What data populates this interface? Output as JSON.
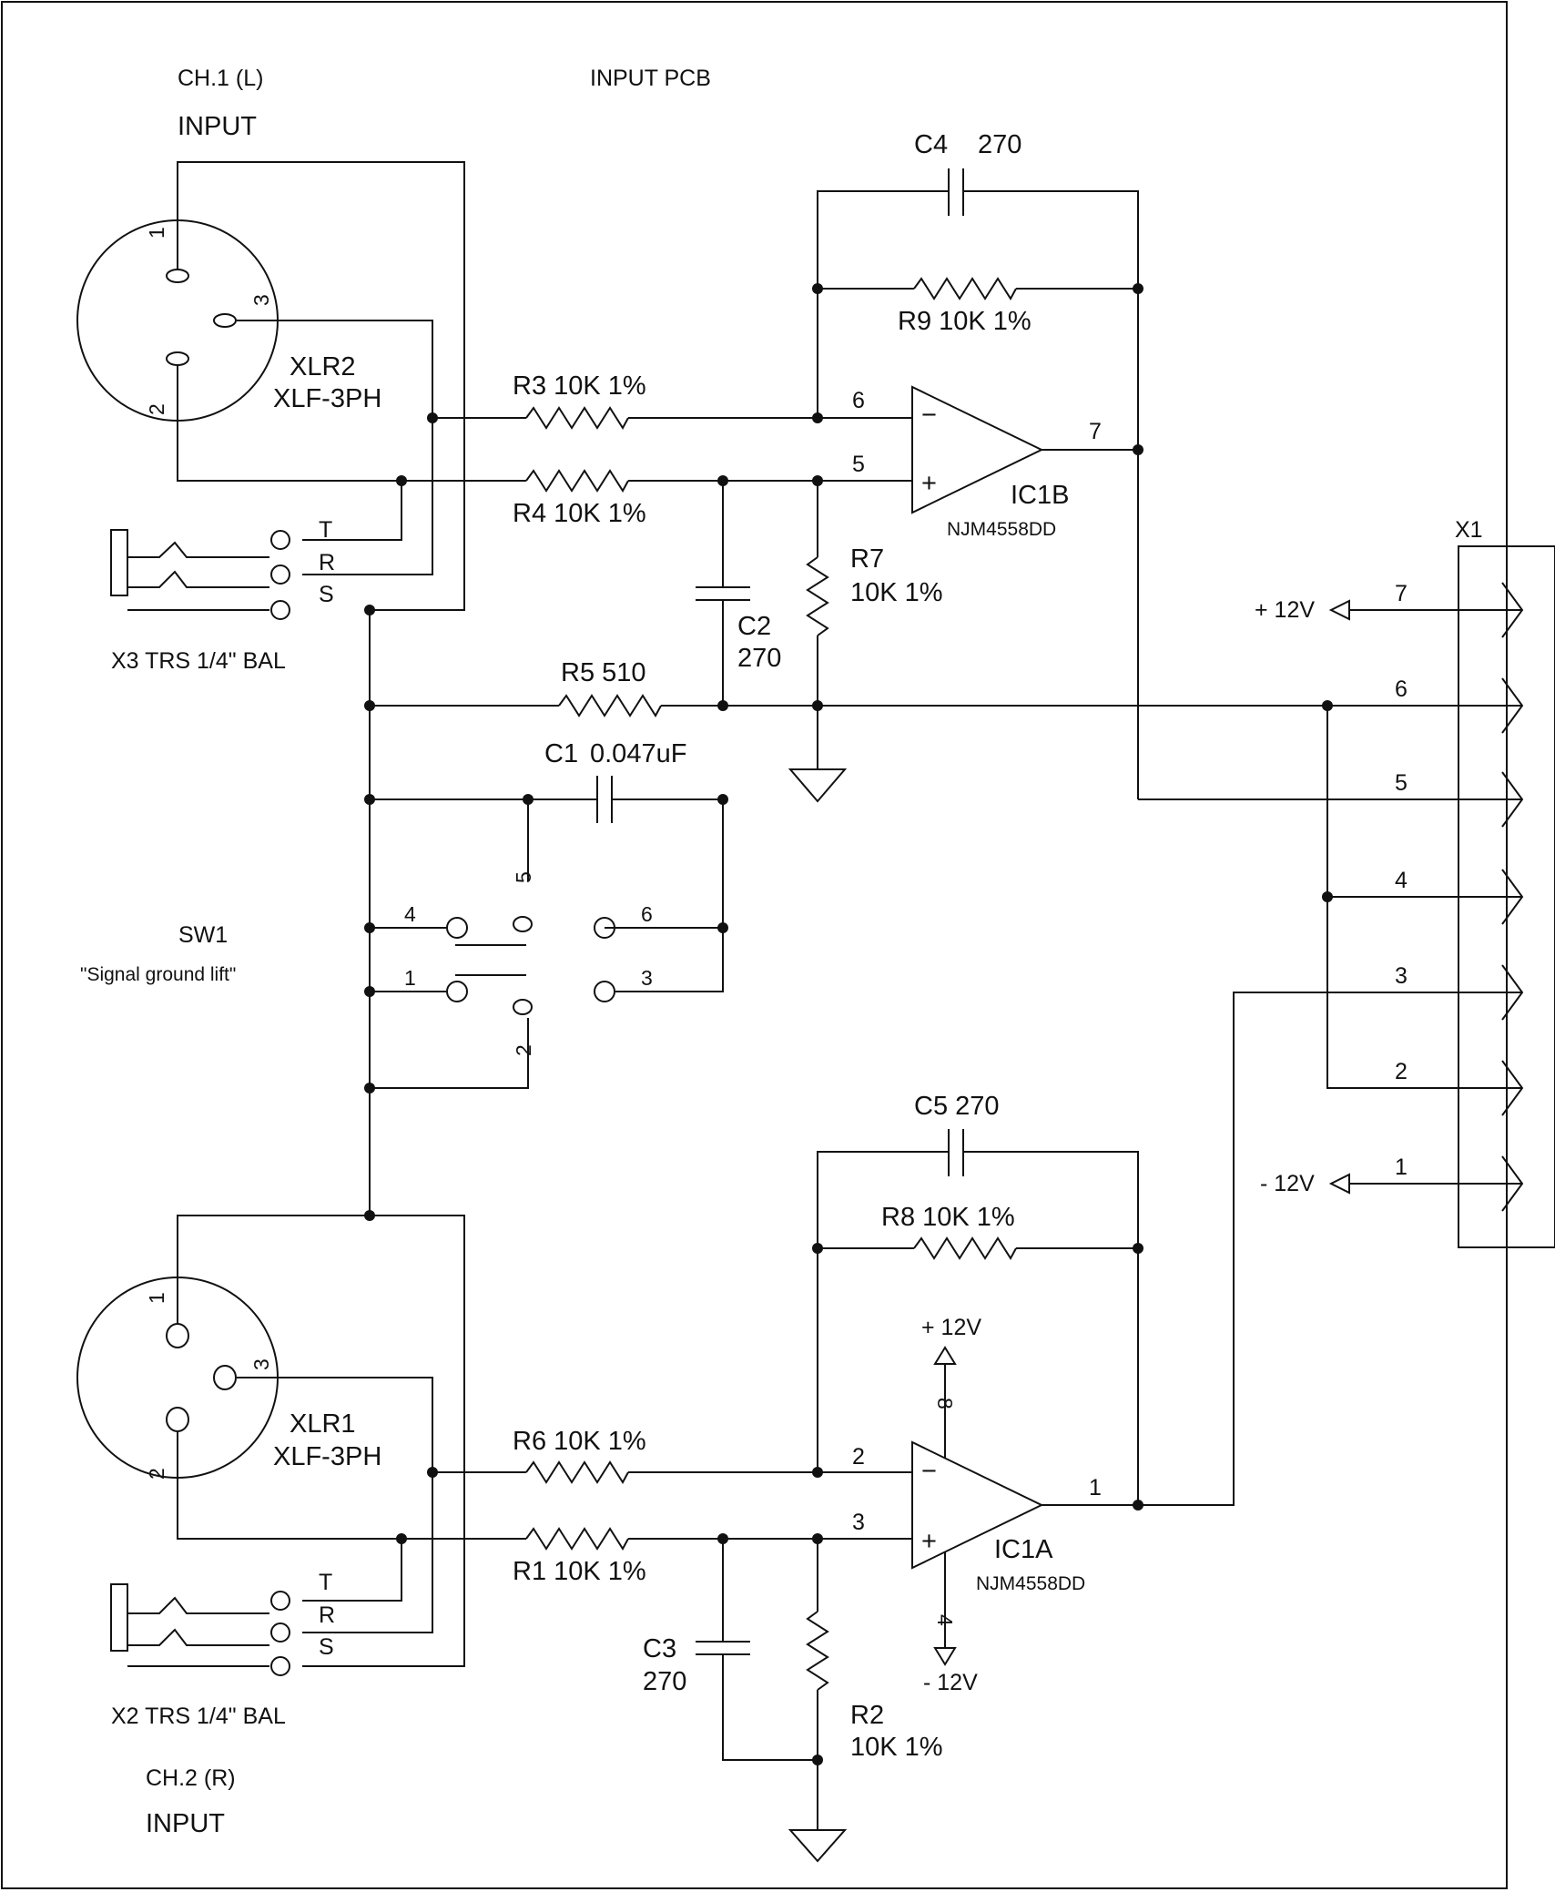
{
  "labels": {
    "ch1": "CH.1 (L)",
    "ch1_input": "INPUT",
    "input_pcb": "INPUT PCB",
    "ch2": "CH.2 (R)",
    "ch2_input": "INPUT",
    "sw1": "SW1",
    "sw1_desc": "\"Signal ground lift\""
  },
  "connectors": {
    "xlr2_name": "XLR2",
    "xlr2_type": "XLF-3PH",
    "xlr1_name": "XLR1",
    "xlr1_type": "XLF-3PH",
    "x3": "X3  TRS 1/4\" BAL",
    "x2": "X2  TRS 1/4\" BAL",
    "x1": "X1",
    "xlr_pins": [
      "1",
      "2",
      "3"
    ],
    "trs_pins": [
      "T",
      "R",
      "S"
    ]
  },
  "components": {
    "r3": "R3  10K 1%",
    "r4": "R4  10K 1%",
    "r9": "R9  10K 1%",
    "r7_name": "R7",
    "r7_value": "10K 1%",
    "r5": "R5  510",
    "c4_name": "C4",
    "c4_value": "270",
    "c2_name": "C2",
    "c2_value": "270",
    "c1_name": "C1",
    "c1_value": "0.047uF",
    "r6": "R6  10K 1%",
    "r1": "R1  10K 1%",
    "r8": "R8  10K 1%",
    "r2_name": "R2",
    "r2_value": "10K 1%",
    "c5": "C5  270",
    "c3_name": "C3",
    "c3_value": "270",
    "ic1b_name": "IC1B",
    "ic1b_part": "NJM4558DD",
    "ic1a_name": "IC1A",
    "ic1a_part": "NJM4558DD"
  },
  "pin_numbers": {
    "ic1b": [
      "6",
      "5",
      "7"
    ],
    "ic1a": [
      "2",
      "3",
      "1",
      "8",
      "4"
    ],
    "sw1": [
      "4",
      "1",
      "5",
      "2",
      "6",
      "3"
    ]
  },
  "x1_pins": [
    "7",
    "6",
    "5",
    "4",
    "3",
    "2",
    "1"
  ],
  "supply": {
    "plus12": "+ 12V",
    "minus12": "- 12V",
    "ic_plus12": "+ 12V",
    "ic_minus12": "- 12V"
  }
}
